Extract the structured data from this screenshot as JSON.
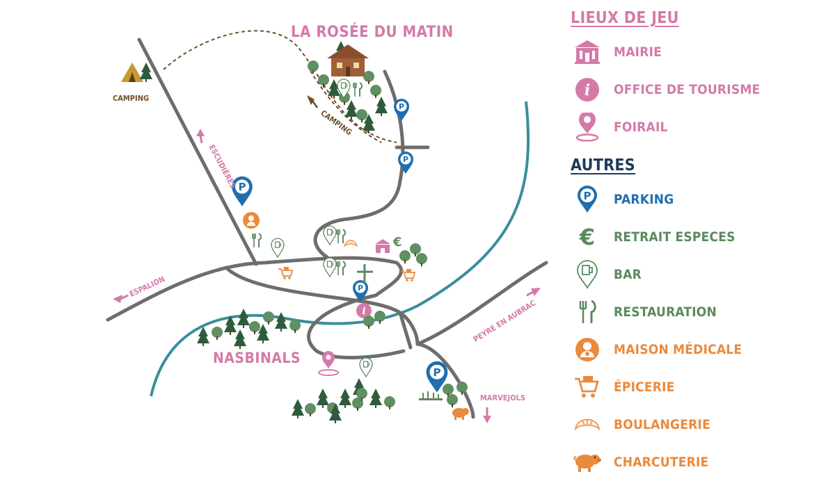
{
  "map": {
    "town_name": "NASBINALS",
    "place_name": "LA ROSÉE DU MATIN",
    "labels": {
      "camping_site": "CAMPING",
      "camping_arrow": "CAMPING",
      "escudieres": "ESCUDIÈRES",
      "espalion": "ESPALION",
      "peyre": "PEYRE EN AUBRAC",
      "marvejols": "MARVEJOLS"
    }
  },
  "legend": {
    "section_game": {
      "title": "LIEUX DE JEU",
      "color": "#d47aa9",
      "items": [
        {
          "label": "MAIRIE",
          "icon": "town-hall-icon"
        },
        {
          "label": "OFFICE DE TOURISME",
          "icon": "info-icon"
        },
        {
          "label": "FOIRAIL",
          "icon": "location-pin-icon"
        }
      ]
    },
    "section_other": {
      "title": "AUTRES",
      "color": "#1f3a5a",
      "items": [
        {
          "label": "PARKING",
          "icon": "parking-icon",
          "color": "#1f6fb0"
        },
        {
          "label": "RETRAIT ESPECES",
          "icon": "euro-icon",
          "color": "#5a8a5e"
        },
        {
          "label": "BAR",
          "icon": "beer-icon",
          "color": "#5a8a5e"
        },
        {
          "label": "RESTAURATION",
          "icon": "cutlery-icon",
          "color": "#5a8a5e"
        },
        {
          "label": "MAISON MÉDICALE",
          "icon": "doctor-icon",
          "color": "#ea8a3c"
        },
        {
          "label": "ÉPICERIE",
          "icon": "cart-icon",
          "color": "#ea8a3c"
        },
        {
          "label": "BOULANGERIE",
          "icon": "croissant-icon",
          "color": "#ea8a3c"
        },
        {
          "label": "CHARCUTERIE",
          "icon": "pig-icon",
          "color": "#ea8a3c"
        }
      ]
    }
  }
}
